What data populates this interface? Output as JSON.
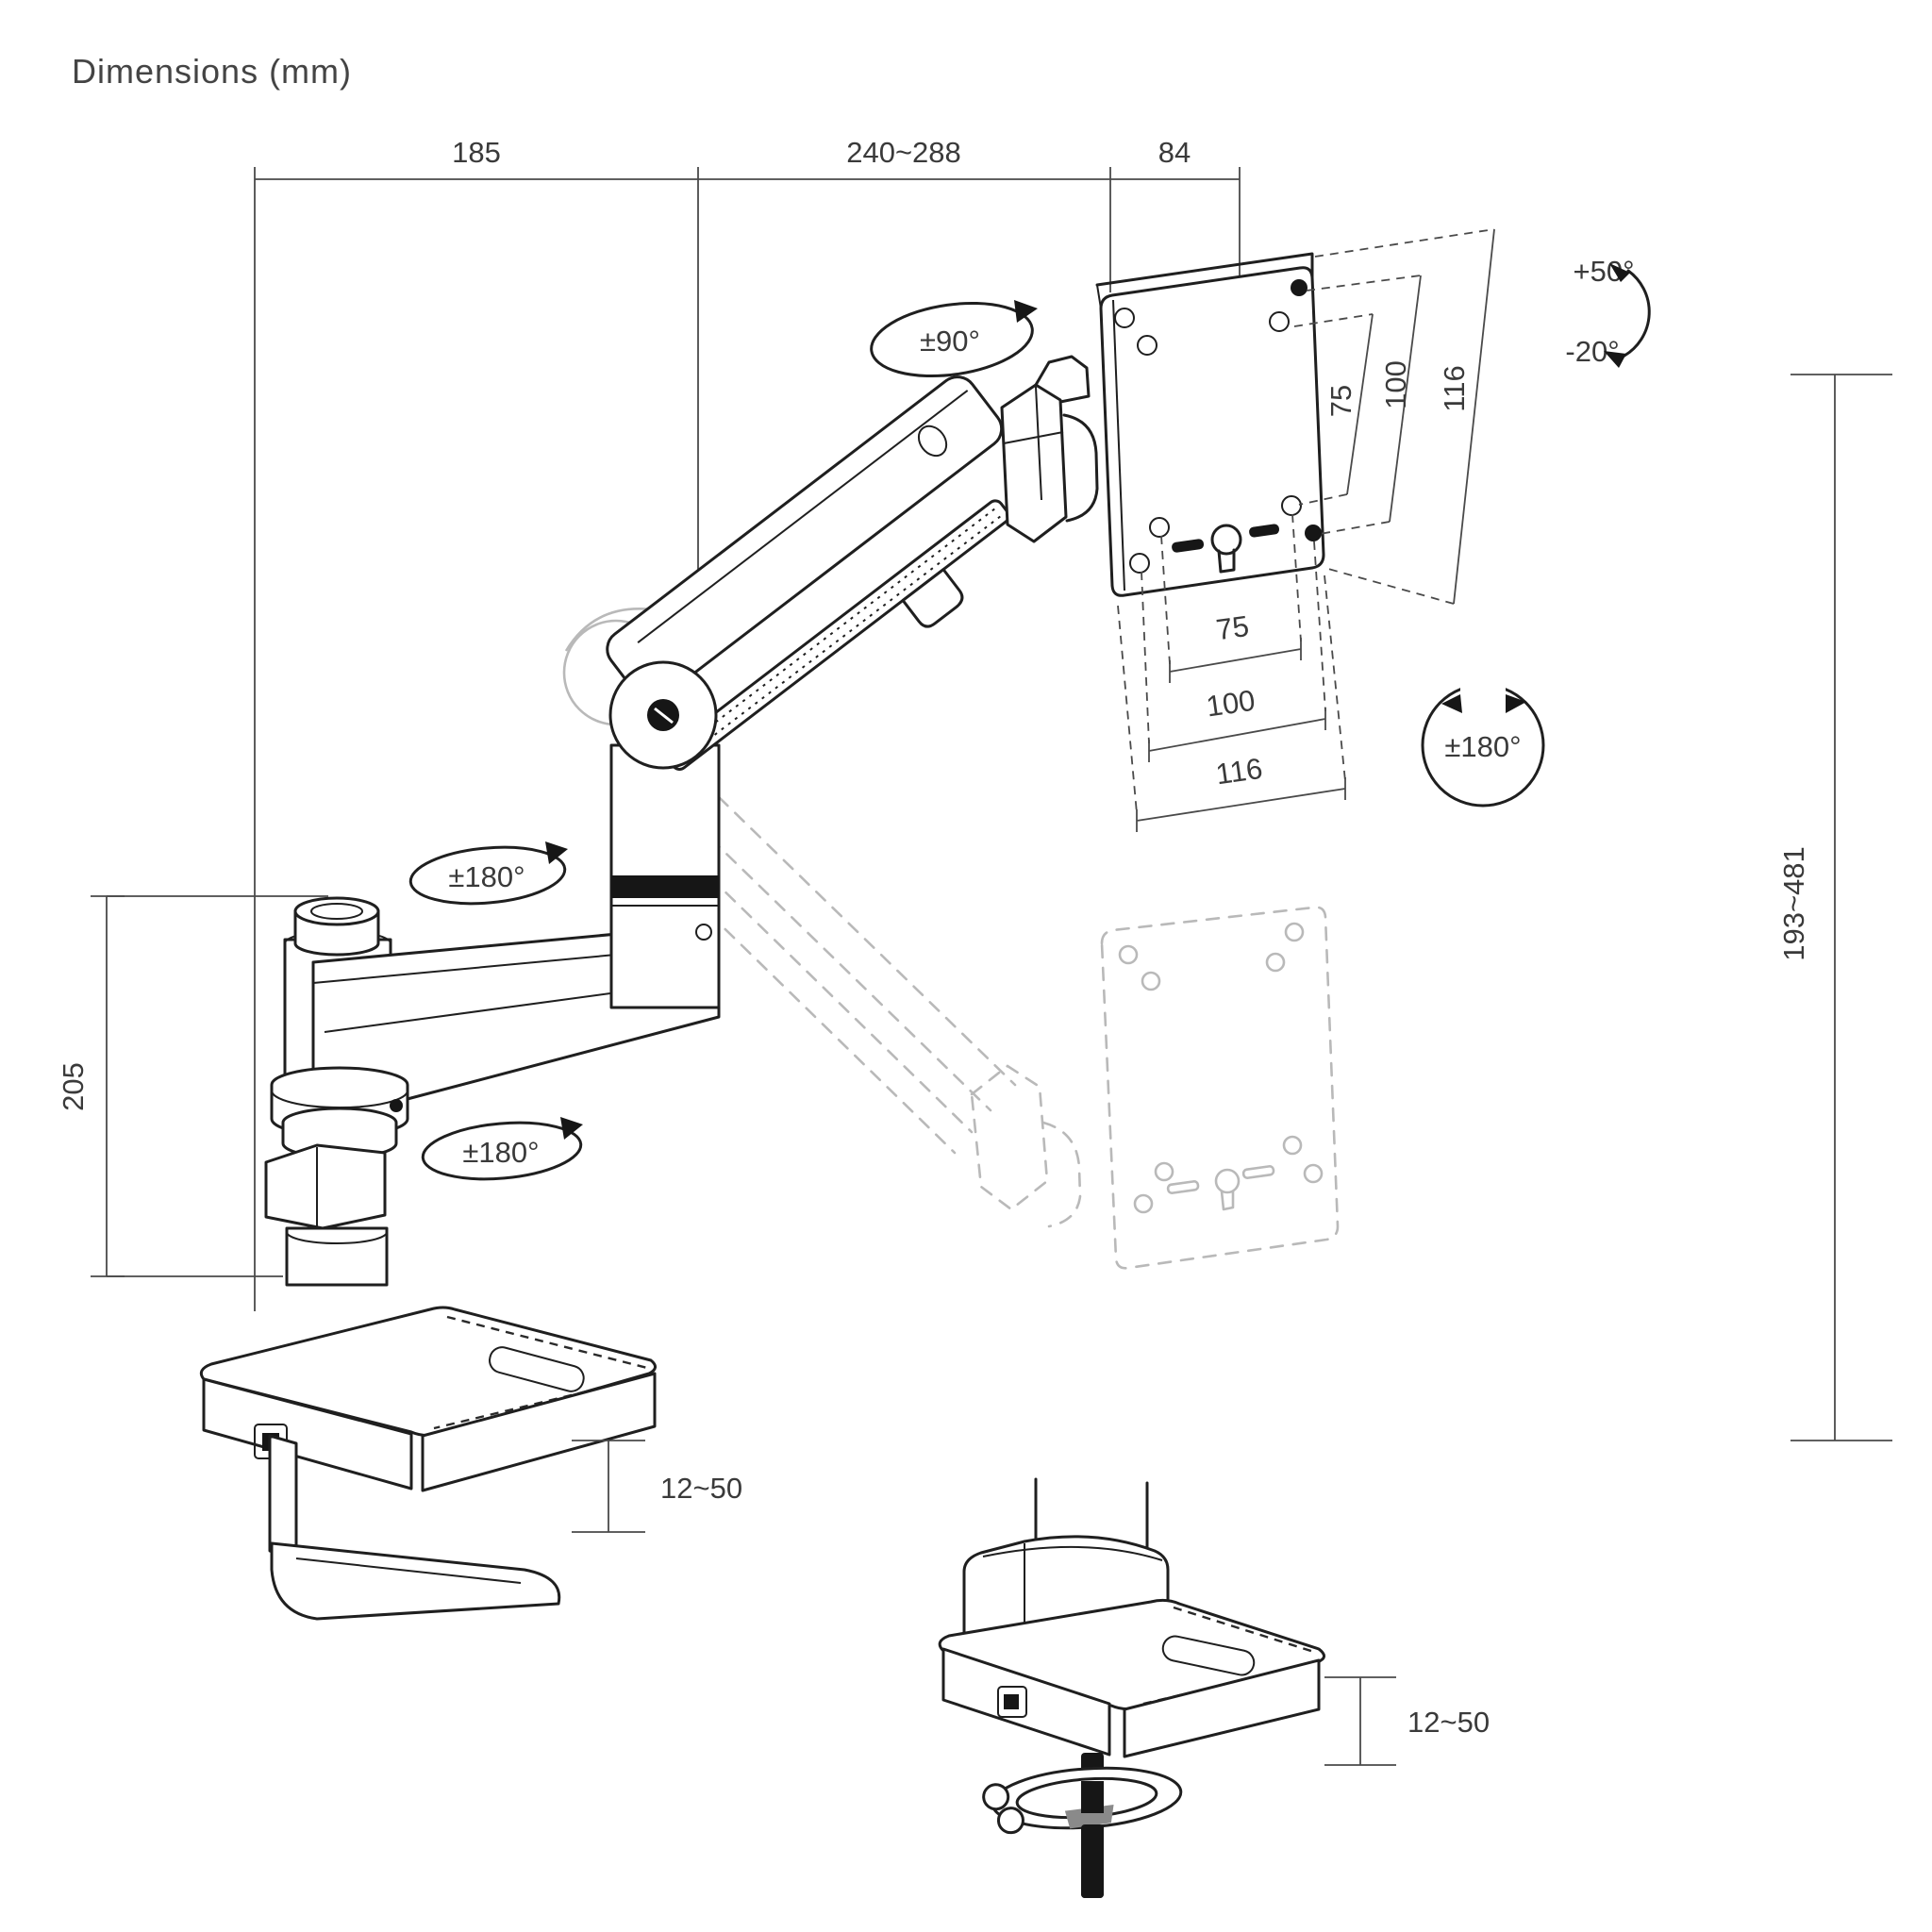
{
  "title": "Dimensions (mm)",
  "colors": {
    "line": "#1f1f1f",
    "dimension": "#4a4a4a",
    "ghost": "#b9b9b9",
    "background": "#ffffff",
    "solid_part": "#161616"
  },
  "top_dimensions": {
    "arm1": "185",
    "arm2": "240~288",
    "head": "84"
  },
  "vesa": {
    "vertical": [
      "75",
      "100",
      "116"
    ],
    "horizontal": [
      "75",
      "100",
      "116"
    ],
    "rotation": "±180°"
  },
  "angles": {
    "head_swivel": "±90°",
    "tilt_up": "+50°",
    "tilt_down": "-20°",
    "upper_arm_swivel": "±180°",
    "base_swivel": "±180°"
  },
  "ranges": {
    "height_adjust": "193~481",
    "pole_height": "205",
    "desk_thickness_clamp": "12~50",
    "desk_thickness_grommet": "12~50"
  }
}
